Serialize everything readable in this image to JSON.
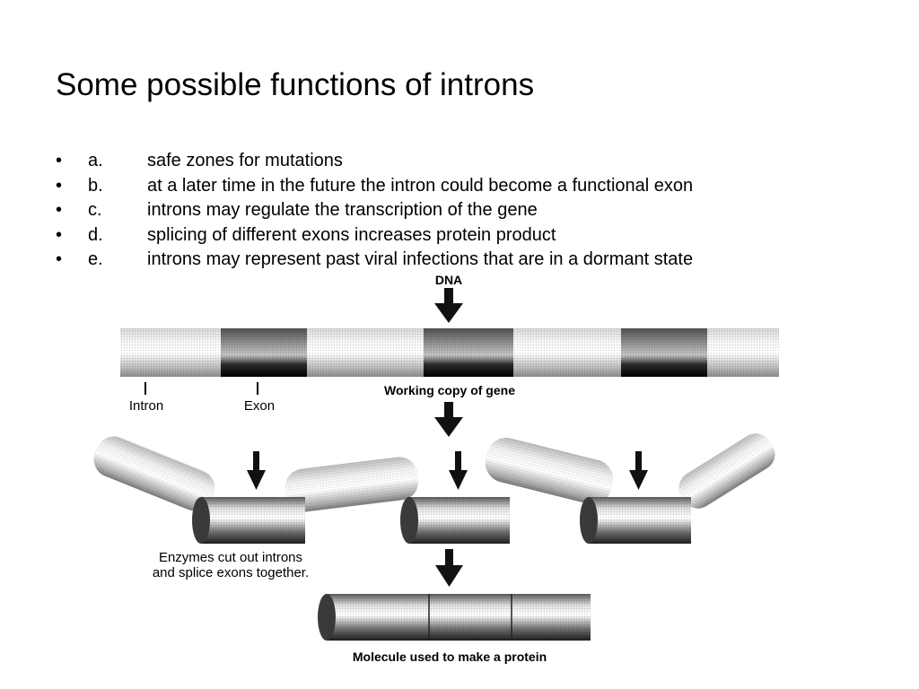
{
  "title": "Some possible functions of introns",
  "bullets": [
    {
      "mark": "•",
      "letter": "a.",
      "text": "safe zones for mutations"
    },
    {
      "mark": "•",
      "letter": "b.",
      "text": "at a later time in the future the intron could become a functional exon"
    },
    {
      "mark": "•",
      "letter": "c.",
      "text": "introns may regulate the transcription of the gene"
    },
    {
      "mark": "•",
      "letter": "d.",
      "text": "splicing of different exons increases protein product"
    },
    {
      "mark": "•",
      "letter": "e.",
      "text": "introns may represent past viral infections that are in a dormant state"
    }
  ],
  "diagram": {
    "dna_label": "DNA",
    "intron_label": "Intron",
    "exon_label": "Exon",
    "gene_label": "Working copy of gene",
    "enzymes_line1": "Enzymes cut out introns",
    "enzymes_line2": "and splice exons together.",
    "molecule_label": "Molecule used to make a protein"
  }
}
